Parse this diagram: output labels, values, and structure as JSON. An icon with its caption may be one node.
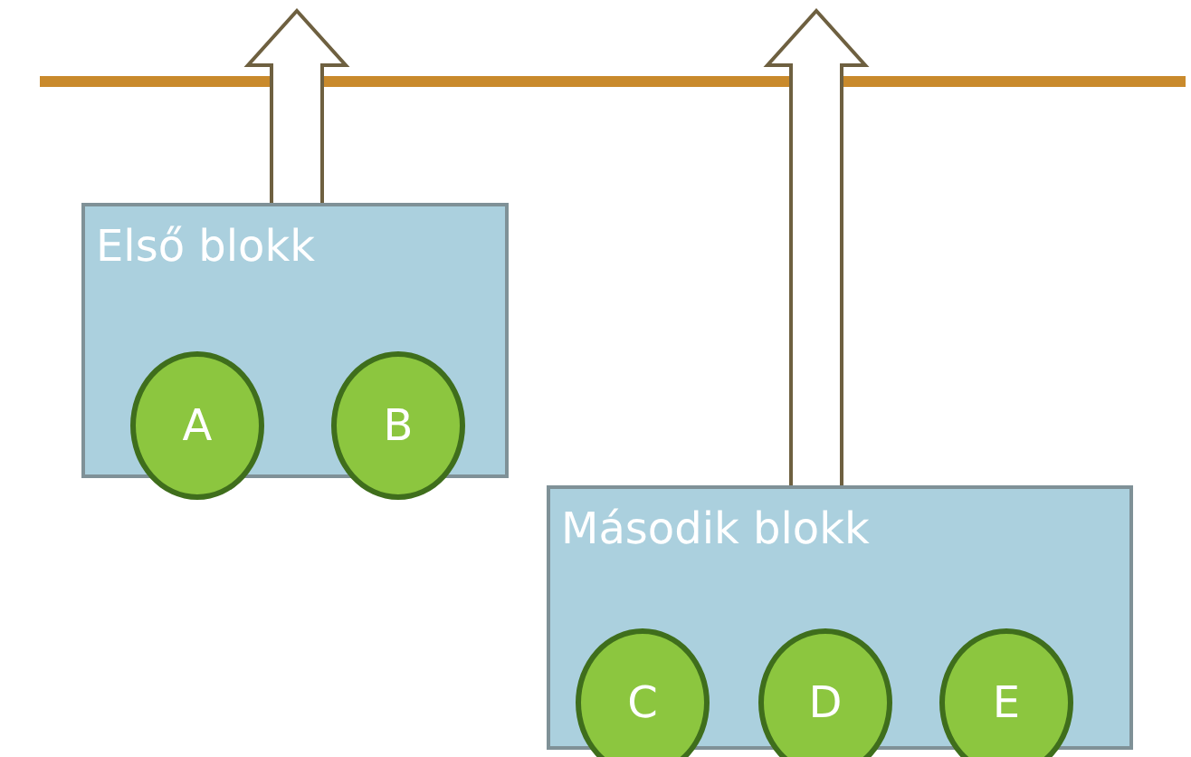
{
  "diagram": {
    "nodes": [
      {
        "text": [
          "Első blokk"
        ]
      },
      {
        "text": [
          "A"
        ],
        "in": 0
      },
      {
        "text": [
          "B"
        ],
        "in": 0
      },
      {
        "text": [
          "Második blokk"
        ]
      },
      {
        "text": [
          "C"
        ],
        "in": 3
      },
      {
        "text": [
          "D"
        ],
        "in": 3
      },
      {
        "text": [
          "E"
        ],
        "in": 3
      }
    ],
    "edges": [
      {
        "from": 0,
        "to": null,
        "arrow": "to"
      },
      {
        "from": 3,
        "to": null,
        "arrow": "to"
      }
    ]
  }
}
